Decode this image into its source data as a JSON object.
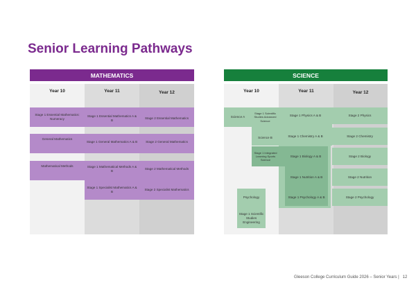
{
  "title": "Senior Learning Pathways",
  "colors": {
    "math_header": "#7b2a8e",
    "math_cell": "#b48ac9",
    "science_header": "#16803c",
    "science_light": "#a3cdae",
    "science_dark": "#84b893"
  },
  "math": {
    "header": "MATHEMATICS",
    "years": [
      "Year 10",
      "Year 11",
      "Year 12"
    ],
    "rows": [
      [
        "Stage 1 Essential Mathematics: Numeracy",
        "Stage 1 Essential Mathematics A & B",
        "Stage 2 Essential Mathematics"
      ],
      [
        "General Mathematics",
        "Stage 1 General Mathematics A & B",
        "Stage 2 General Mathematics"
      ],
      [
        "Mathematical Methods",
        "Stage 1 Mathematical Methods A & B",
        "Stage 2 Mathematical Methods"
      ],
      [
        "",
        "Stage 1 Specialist Mathematics A & B",
        "Stage 2 Specialist Mathematics"
      ]
    ]
  },
  "science": {
    "header": "SCIENCE",
    "years": [
      "Year 10",
      "Year 11",
      "Year 12"
    ],
    "cells": {
      "science_a": "Science A",
      "sci_studies_adv": "Stage 1 Scientific Studies Advanced Science",
      "physics11": "Stage 1 Physics A & B",
      "physics12": "Stage 2 Physics",
      "science_b": "Science B",
      "chem11": "Stage 1 Chemistry A & B",
      "chem12": "Stage 2 Chemistry",
      "integrated": "Stage 1 Integrated Learning Sports Science",
      "bio11": "Stage 1 Biology A & B",
      "bio12": "Stage 2 Biology",
      "nutr11": "Stage 1 Nutrition A & B",
      "nutr12": "Stage 2 Nutrition",
      "psych10": "Psychology",
      "psych11": "Stage 1 Psychology A & B",
      "psych12": "Stage 2 Psychology",
      "sci_eng": "Stage 1 Scientific Studies Engineering"
    }
  },
  "footer": {
    "text": "Gleeson College Curriculum Guide 2026 – Senior Years  |",
    "page": "12"
  }
}
